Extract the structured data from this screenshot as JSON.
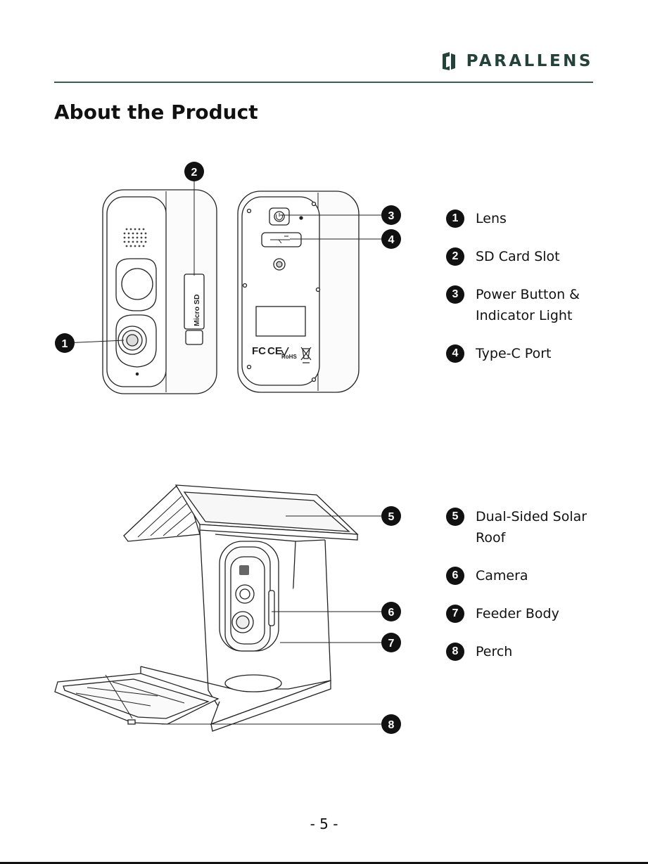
{
  "header": {
    "brand_name": "PARALLENS",
    "brand_color": "#24423a",
    "logo_icon": "bracket-logo-icon"
  },
  "page_title": "About the Product",
  "diagram_top": {
    "callouts": [
      "1",
      "2",
      "3",
      "4"
    ],
    "sd_slot_text": "Micro SD",
    "legend": [
      {
        "num": "1",
        "label": "Lens"
      },
      {
        "num": "2",
        "label": "SD Card Slot"
      },
      {
        "num": "3",
        "label": "Power Button & Indicator Light"
      },
      {
        "num": "4",
        "label": "Type-C Port"
      }
    ],
    "cert_marks": [
      "FC",
      "CE",
      "RoHS"
    ]
  },
  "diagram_bottom": {
    "callouts": [
      "5",
      "6",
      "7",
      "8"
    ],
    "legend": [
      {
        "num": "5",
        "label": "Dual-Sided Solar Roof"
      },
      {
        "num": "6",
        "label": "Camera"
      },
      {
        "num": "7",
        "label": "Feeder Body"
      },
      {
        "num": "8",
        "label": "Perch"
      }
    ]
  },
  "footer": {
    "page_number": "- 5 -"
  }
}
